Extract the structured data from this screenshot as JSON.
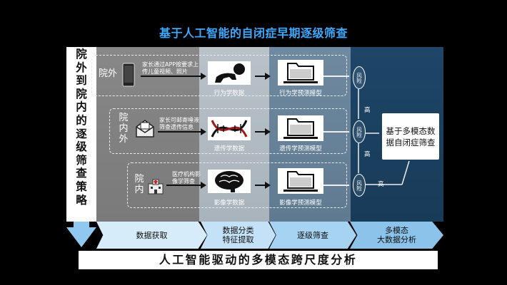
{
  "title": "基于人工智能的自闭症早期逐级筛查",
  "strategy_label": [
    "院",
    "外",
    "到",
    "院",
    "内",
    "的",
    "逐",
    "级",
    "筛",
    "查",
    "策",
    "略"
  ],
  "rows": [
    {
      "location": "院外",
      "note": "家长通过APP按要求上传儿童视频、照片",
      "data_label": "行为学数据",
      "model_label": "行为学预测模型",
      "icon": "phone-icon",
      "data_icon": "baby-icon"
    },
    {
      "location": "院内外",
      "note": "家长可邮寄唾液筛查遗传信息",
      "data_label": "遗传学数据",
      "model_label": "遗传学预测模型",
      "icon": "mail-icon",
      "data_icon": "dna-icon"
    },
    {
      "location": "院内",
      "note": "医疗机构影像学筛查",
      "data_label": "影像学数据",
      "model_label": "影像学预测模型",
      "icon": "hospital-icon",
      "data_icon": "brain-icon"
    }
  ],
  "risk_labels": [
    "风险",
    "风险",
    "风险"
  ],
  "high_labels": [
    "高",
    "高",
    "高"
  ],
  "result_label": "基于多模态数据自闭症筛查",
  "stages": [
    "数据获取",
    "数据分类\n特征提取",
    "逐级筛查",
    "多模态\n大数据分析"
  ],
  "footer": "人工智能驱动的多模态跨尺度分析",
  "colors": {
    "title": "#3fa9ff",
    "stage_arrow": "#8fc8f0",
    "band_dark": "#183b58"
  }
}
